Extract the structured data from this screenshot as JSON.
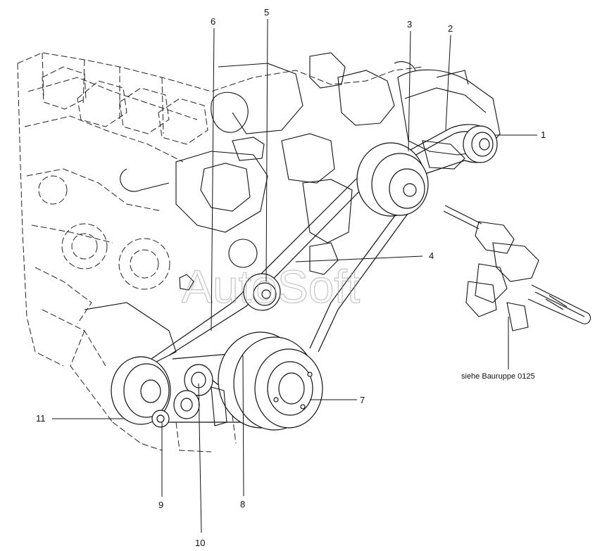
{
  "callouts": {
    "c1": "1",
    "c2": "2",
    "c3": "3",
    "c4": "4",
    "c5": "5",
    "c6": "6",
    "c7": "7",
    "c8": "8",
    "c9": "9",
    "c10": "10",
    "c11": "11"
  },
  "reference_note": "siehe Bauruppe 0125",
  "watermark": "AutoSoft"
}
